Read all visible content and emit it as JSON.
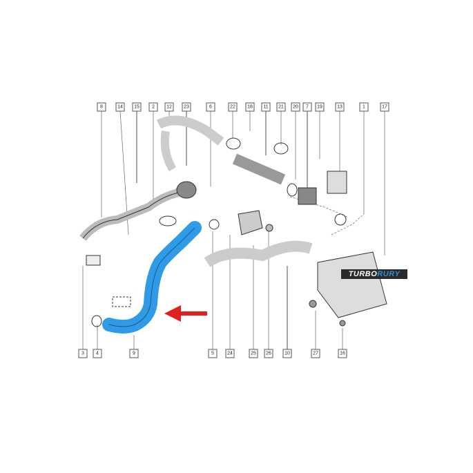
{
  "diagram": {
    "top_labels": [
      "8",
      "14",
      "15",
      "2",
      "12",
      "23",
      "6",
      "22",
      "18",
      "11",
      "21",
      "20",
      "7",
      "19",
      "13",
      "1",
      "17"
    ],
    "bottom_labels": [
      "3",
      "4",
      "9",
      "5",
      "24",
      "25",
      "26",
      "10",
      "27",
      "16"
    ],
    "highlighted_part": "9",
    "highlight_color": "#2f9ae6",
    "arrow_color": "#e02020"
  },
  "watermark": {
    "part1": "TURBO",
    "part2": "RURY"
  }
}
